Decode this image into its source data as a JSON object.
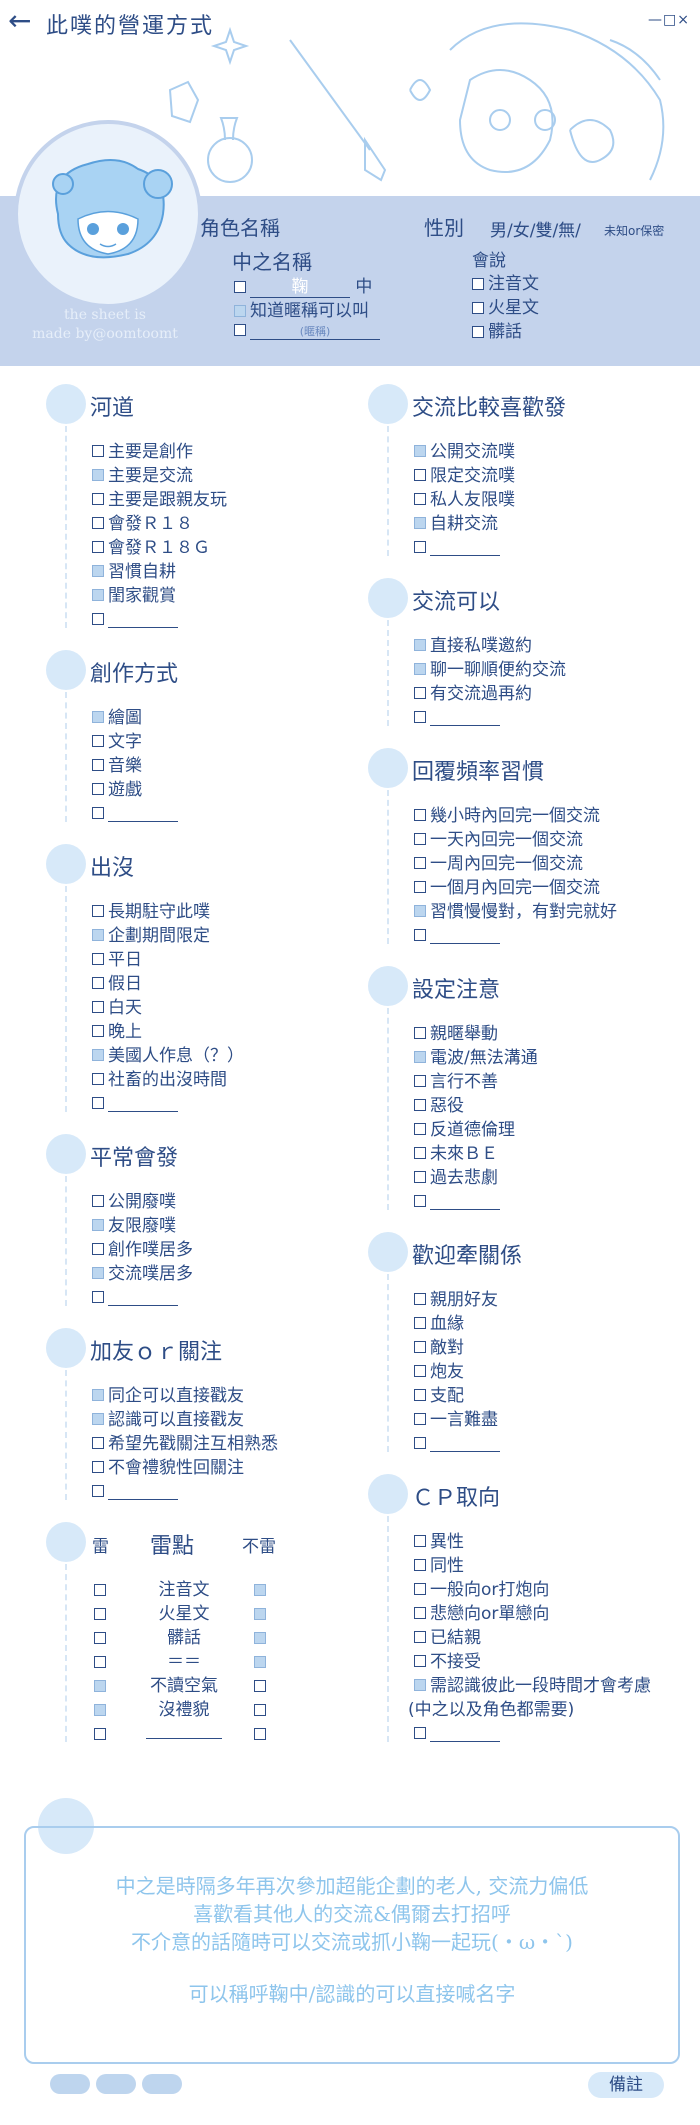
{
  "header": {
    "back": "←",
    "title": "此噗的營運方式",
    "controls": "—□×"
  },
  "credit": [
    "the sheet is",
    "made by@oomtoomt"
  ],
  "profile": {
    "char_name_label": "角色名稱",
    "gender_label": "性別",
    "gender_options": "男/女/雙/無/",
    "gender_extra": "未知or保密",
    "player_name_label": "中之名稱",
    "player_name_value": "鞠",
    "player_name_suffix": "中",
    "nickname_ok": "知道暱稱可以叫",
    "nickname_hint": "(暱稱)",
    "lang_label": "會說",
    "langs": [
      {
        "text": "注音文",
        "on": false
      },
      {
        "text": "火星文",
        "on": false
      },
      {
        "text": "髒話",
        "on": false
      }
    ]
  },
  "left_sections": [
    {
      "title": "河道",
      "top": 0,
      "items": [
        {
          "text": "主要是創作",
          "on": false
        },
        {
          "text": "主要是交流",
          "on": true
        },
        {
          "text": "主要是跟親友玩",
          "on": false
        },
        {
          "text": "會發Ｒ１８",
          "on": false
        },
        {
          "text": "會發Ｒ１８Ｇ",
          "on": false
        },
        {
          "text": "習慣自耕",
          "on": true
        },
        {
          "text": "閨家觀賞",
          "on": true
        },
        {
          "text": "",
          "on": false
        }
      ]
    },
    {
      "title": "創作方式",
      "items": [
        {
          "text": "繪圖",
          "on": true
        },
        {
          "text": "文字",
          "on": false
        },
        {
          "text": "音樂",
          "on": false
        },
        {
          "text": "遊戲",
          "on": false
        },
        {
          "text": "",
          "on": false
        }
      ]
    },
    {
      "title": "出沒",
      "items": [
        {
          "text": "長期駐守此噗",
          "on": false
        },
        {
          "text": "企劃期間限定",
          "on": true
        },
        {
          "text": "平日",
          "on": false
        },
        {
          "text": "假日",
          "on": false
        },
        {
          "text": "白天",
          "on": false
        },
        {
          "text": "晚上",
          "on": false
        },
        {
          "text": "美國人作息（？）",
          "on": true
        },
        {
          "text": "社畜的出沒時間",
          "on": false
        },
        {
          "text": "",
          "on": false
        }
      ]
    },
    {
      "title": "平常會發",
      "items": [
        {
          "text": "公開廢噗",
          "on": false
        },
        {
          "text": "友限廢噗",
          "on": true
        },
        {
          "text": "創作噗居多",
          "on": false
        },
        {
          "text": "交流噗居多",
          "on": true
        },
        {
          "text": "",
          "on": false
        }
      ]
    },
    {
      "title": "加友ｏｒ關注",
      "items": [
        {
          "text": "同企可以直接戳友",
          "on": true
        },
        {
          "text": "認識可以直接戳友",
          "on": true
        },
        {
          "text": "希望先戳關注互相熟悉",
          "on": false
        },
        {
          "text": "不會禮貌性回關注",
          "on": false
        },
        {
          "text": "",
          "on": false
        }
      ]
    }
  ],
  "triggers": {
    "title": "雷點",
    "left_label": "雷",
    "right_label": "不雷",
    "rows": [
      {
        "text": "注音文",
        "lei": false,
        "bulei": true
      },
      {
        "text": "火星文",
        "lei": false,
        "bulei": true
      },
      {
        "text": "髒話",
        "lei": false,
        "bulei": true
      },
      {
        "text": "＝＝",
        "lei": false,
        "bulei": true
      },
      {
        "text": "不讀空氣",
        "lei": true,
        "bulei": false
      },
      {
        "text": "沒禮貌",
        "lei": true,
        "bulei": false
      },
      {
        "text": "",
        "lei": false,
        "bulei": false
      }
    ]
  },
  "right_sections": [
    {
      "title": "交流比較喜歡發",
      "items": [
        {
          "text": "公開交流噗",
          "on": true
        },
        {
          "text": "限定交流噗",
          "on": false
        },
        {
          "text": "私人友限噗",
          "on": false
        },
        {
          "text": "自耕交流",
          "on": true
        },
        {
          "text": "",
          "on": false
        }
      ]
    },
    {
      "title": "交流可以",
      "items": [
        {
          "text": "直接私噗邀約",
          "on": true
        },
        {
          "text": "聊一聊順便約交流",
          "on": true
        },
        {
          "text": "有交流過再約",
          "on": false
        },
        {
          "text": "",
          "on": false
        }
      ]
    },
    {
      "title": "回覆頻率習慣",
      "items": [
        {
          "text": "幾小時內回完一個交流",
          "on": false
        },
        {
          "text": "一天內回完一個交流",
          "on": false
        },
        {
          "text": "一周內回完一個交流",
          "on": false
        },
        {
          "text": "一個月內回完一個交流",
          "on": false
        },
        {
          "text": "習慣慢慢對，有對完就好",
          "on": true
        },
        {
          "text": "",
          "on": false
        }
      ]
    },
    {
      "title": "設定注意",
      "items": [
        {
          "text": "親暱舉動",
          "on": false
        },
        {
          "text": "電波/無法溝通",
          "on": true
        },
        {
          "text": "言行不善",
          "on": false
        },
        {
          "text": "惡役",
          "on": false
        },
        {
          "text": "反道德倫理",
          "on": false
        },
        {
          "text": "未來ＢＥ",
          "on": false
        },
        {
          "text": "過去悲劇",
          "on": false
        },
        {
          "text": "",
          "on": false
        }
      ]
    },
    {
      "title": "歡迎牽關係",
      "items": [
        {
          "text": "親朋好友",
          "on": false
        },
        {
          "text": "血緣",
          "on": false
        },
        {
          "text": "敵對",
          "on": false
        },
        {
          "text": "炮友",
          "on": false
        },
        {
          "text": "支配",
          "on": false
        },
        {
          "text": "一言難盡",
          "on": false
        },
        {
          "text": "",
          "on": false
        }
      ]
    },
    {
      "title": "ＣＰ取向",
      "items": [
        {
          "text": "異性",
          "on": false
        },
        {
          "text": "同性",
          "on": false
        },
        {
          "text": "一般向or打炮向",
          "on": false
        },
        {
          "text": "悲戀向or單戀向",
          "on": false
        },
        {
          "text": "已結親",
          "on": false
        },
        {
          "text": "不接受",
          "on": false
        },
        {
          "text": "需認識彼此一段時間才會考慮",
          "on": true
        },
        {
          "text": "(中之以及角色都需要)",
          "on": null
        },
        {
          "text": "",
          "on": false
        }
      ]
    }
  ],
  "remarks": {
    "lines": [
      "中之是時隔多年再次參加超能企劃的老人, 交流力偏低",
      "喜歡看其他人的交流&偶爾去打招呼",
      "不介意的話隨時可以交流或抓小鞠一起玩(・ω・`)",
      "",
      "可以稱呼鞠中/認識的可以直接喊名字"
    ],
    "note_button": "備註"
  },
  "colors": {
    "primary": "#2e4d86",
    "band": "#c4d3ec",
    "accent": "#8ec5ec",
    "check_on": "#bcd6ef"
  }
}
